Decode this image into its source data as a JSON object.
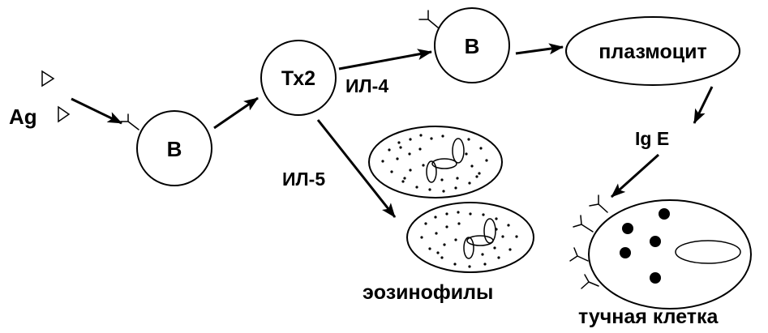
{
  "antigen": {
    "label": "Ag"
  },
  "cells": {
    "b_cell_1": {
      "label": "B"
    },
    "th2": {
      "label": "Тх2"
    },
    "b_cell_2": {
      "label": "B"
    },
    "plasmocyte": {
      "label": "плазмоцит"
    },
    "eosinophils": {
      "label": "эозинофилы"
    },
    "mast_cell": {
      "label": "тучная клетка"
    }
  },
  "signals": {
    "il4": "ИЛ-4",
    "il5": "ИЛ-5",
    "ige": "Ig E"
  }
}
